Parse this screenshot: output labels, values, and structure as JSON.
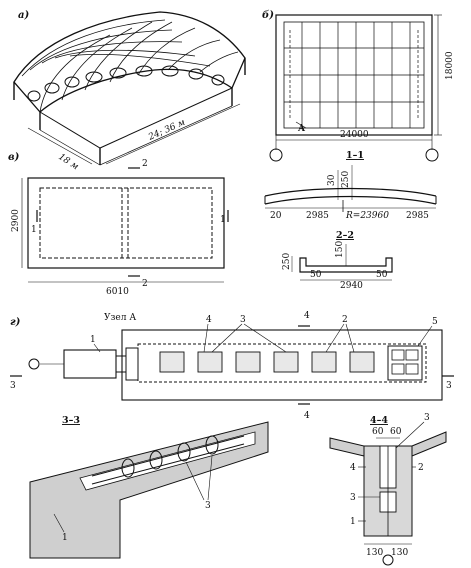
{
  "panels": {
    "a": {
      "label": "а)",
      "dims": [
        "18 м",
        "24; 36 м"
      ]
    },
    "b": {
      "label": "б)",
      "dims": [
        "18000",
        "24000"
      ],
      "node_ref": "A"
    },
    "v": {
      "label": "в)",
      "dims": [
        "2900",
        "6010"
      ],
      "cut_marks": [
        "1",
        "1",
        "2",
        "2"
      ]
    },
    "section_1_1": {
      "title": "1–1",
      "dims": [
        "30",
        "250",
        "20",
        "2985",
        "R=23960",
        "2985"
      ]
    },
    "section_2_2": {
      "title": "2–2",
      "dims": [
        "150",
        "250",
        "50",
        "2940",
        "50"
      ]
    },
    "g": {
      "label": "г)",
      "node_title": "Узел А",
      "callouts": [
        "1",
        "4",
        "3",
        "2",
        "5"
      ],
      "cut_marks": [
        "3",
        "3",
        "4",
        "4"
      ]
    },
    "section_3_3": {
      "title": "3–3",
      "callouts": [
        "1",
        "3"
      ]
    },
    "section_4_4": {
      "title": "4–4",
      "dims": [
        "60",
        "60",
        "130",
        "130"
      ],
      "callouts": [
        "3",
        "4",
        "2",
        "3",
        "1"
      ]
    }
  }
}
